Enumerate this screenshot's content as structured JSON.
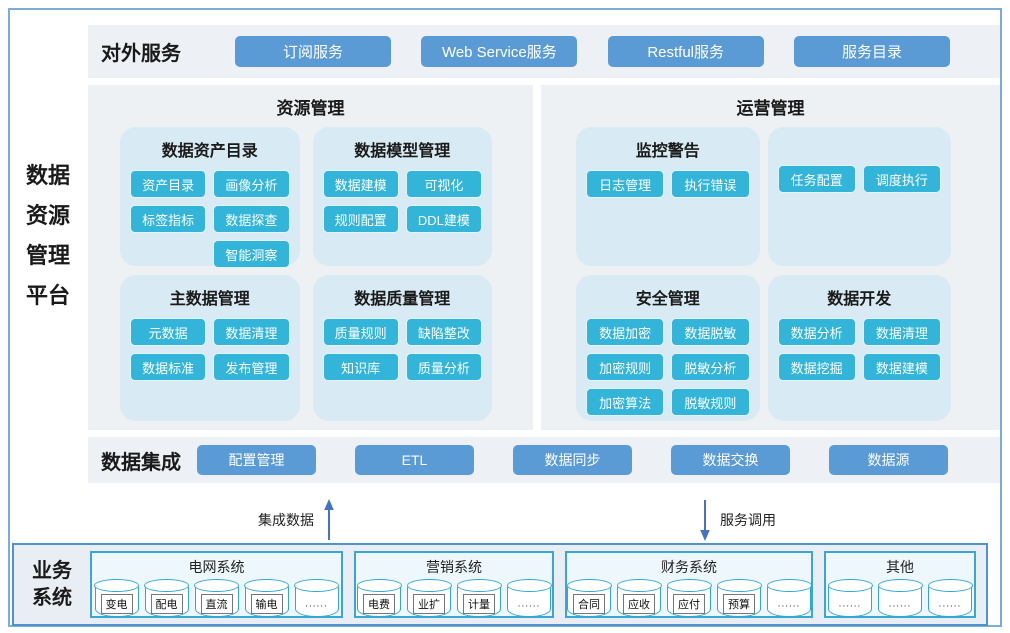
{
  "platform": {
    "title_vertical": "数据\n资源\n管理\n平台"
  },
  "external_services": {
    "title": "对外服务",
    "buttons": [
      "订阅服务",
      "Web Service服务",
      "Restful服务",
      "服务目录"
    ]
  },
  "resource_management": {
    "title": "资源管理",
    "groups": [
      {
        "title": "数据资产目录",
        "rows": [
          [
            "资产目录",
            "画像分析"
          ],
          [
            "标签指标",
            "数据探查"
          ],
          [
            "",
            "智能洞察"
          ]
        ]
      },
      {
        "title": "数据模型管理",
        "rows": [
          [
            "数据建模",
            "可视化"
          ],
          [
            "规则配置",
            "DDL建模"
          ]
        ]
      },
      {
        "title": "主数据管理",
        "rows": [
          [
            "元数据",
            "数据清理"
          ],
          [
            "数据标准",
            "发布管理"
          ]
        ]
      },
      {
        "title": "数据质量管理",
        "rows": [
          [
            "质量规则",
            "缺陷整改"
          ],
          [
            "知识库",
            "质量分析"
          ]
        ]
      }
    ]
  },
  "operation_management": {
    "title": "运营管理",
    "groups": [
      {
        "title": "监控警告",
        "rows": [
          [
            "日志管理",
            "执行错误"
          ]
        ]
      },
      {
        "title": "",
        "rows": [
          [
            "任务配置",
            "调度执行"
          ]
        ]
      },
      {
        "title": "安全管理",
        "rows": [
          [
            "数据加密",
            "数据脱敏"
          ],
          [
            "加密规则",
            "脱敏分析"
          ],
          [
            "加密算法",
            "脱敏规则"
          ]
        ]
      },
      {
        "title": "数据开发",
        "rows": [
          [
            "数据分析",
            "数据清理"
          ],
          [
            "数据挖掘",
            "数据建模"
          ]
        ]
      }
    ]
  },
  "data_integration": {
    "title": "数据集成",
    "buttons": [
      "配置管理",
      "ETL",
      "数据同步",
      "数据交换",
      "数据源"
    ]
  },
  "flows": {
    "up_label": "集成数据",
    "down_label": "服务调用"
  },
  "business_systems": {
    "title_vertical": "业务\n系统",
    "groups": [
      {
        "title": "电网系统",
        "databases": [
          "变电",
          "配电",
          "直流",
          "输电",
          "......"
        ]
      },
      {
        "title": "营销系统",
        "databases": [
          "电费",
          "业扩",
          "计量",
          "......"
        ]
      },
      {
        "title": "财务系统",
        "databases": [
          "合同",
          "应收",
          "应付",
          "预算",
          "......"
        ]
      },
      {
        "title": "其他",
        "databases": [
          "......",
          "......",
          "......"
        ]
      }
    ]
  },
  "colors": {
    "accent_blue": "#5b9bd5",
    "accent_cyan": "#33b4d9",
    "card_bg": "#d8eaf3",
    "panel_bg": "#edf1f5",
    "arrow_blue": "#4472c4",
    "outer_border": "#7badd9",
    "business_border": "#4e93c9",
    "business_group_border": "#3aa6d6"
  }
}
